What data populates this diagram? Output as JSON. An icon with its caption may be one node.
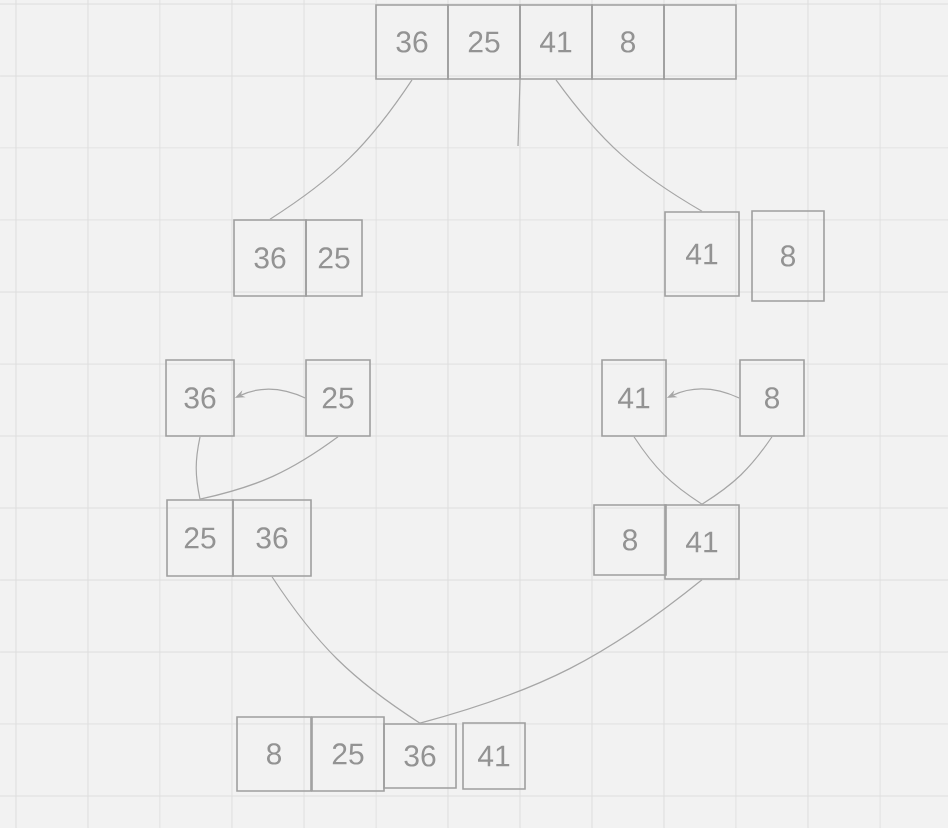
{
  "diagram": {
    "nodes": [
      {
        "text": [
          "36"
        ]
      },
      {
        "text": [
          "25"
        ]
      },
      {
        "text": [
          "41"
        ]
      },
      {
        "text": [
          "8"
        ]
      },
      {
        "text": [],
        "shape": "box"
      },
      {
        "text": [
          "36"
        ]
      },
      {
        "text": [
          "25"
        ]
      },
      {
        "text": [
          "41"
        ]
      },
      {
        "text": [
          "8"
        ]
      },
      {
        "text": [
          "36"
        ]
      },
      {
        "text": [
          "25"
        ]
      },
      {
        "text": [
          "41"
        ]
      },
      {
        "text": [
          "8"
        ]
      },
      {
        "text": [
          "25"
        ]
      },
      {
        "text": [
          "36"
        ]
      },
      {
        "text": [
          "8"
        ]
      },
      {
        "text": [
          "41"
        ]
      },
      {
        "text": [
          "8"
        ]
      },
      {
        "text": [
          "25"
        ]
      },
      {
        "text": [
          "36"
        ]
      },
      {
        "text": [
          "41"
        ]
      }
    ],
    "edges": [
      {
        "from": 0,
        "to": 5,
        "arrow": "none"
      },
      {
        "from": 2,
        "to": 7,
        "arrow": "none"
      },
      {
        "from": 10,
        "to": 9,
        "arrow": "to"
      },
      {
        "from": 12,
        "to": 11,
        "arrow": "to"
      },
      {
        "from": 9,
        "to": 13,
        "arrow": "none"
      },
      {
        "from": 10,
        "to": 13,
        "arrow": "none"
      },
      {
        "from": 11,
        "to": 16,
        "arrow": "none"
      },
      {
        "from": 12,
        "to": 16,
        "arrow": "none"
      },
      {
        "from": 14,
        "to": 19,
        "arrow": "none"
      },
      {
        "from": 16,
        "to": 19,
        "arrow": "none"
      }
    ]
  }
}
